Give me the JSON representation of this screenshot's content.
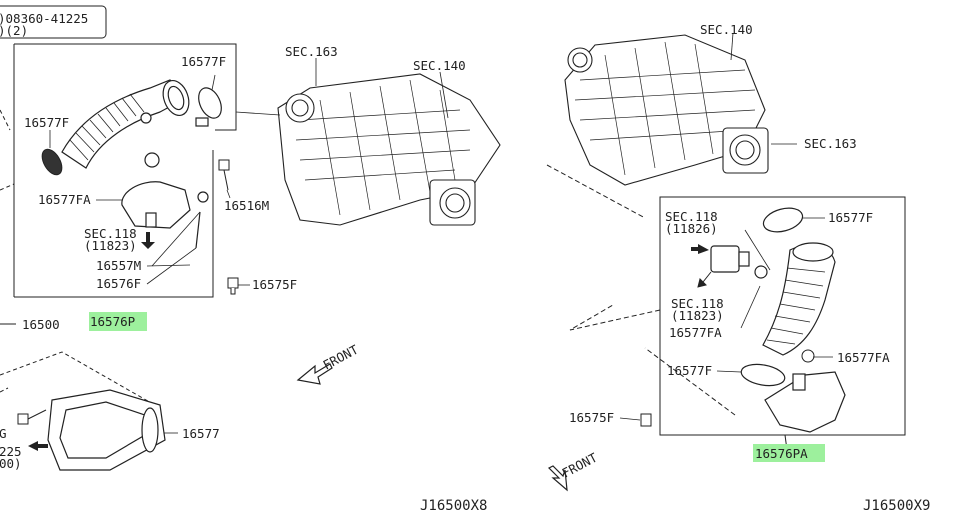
{
  "left": {
    "ref_box": ")08360-41225",
    "ref_qty": ")(2)",
    "labels": {
      "sec163": "SEC.163",
      "sec140": "SEC.140",
      "p16577F": "16577F",
      "p16577F_b": "16577F",
      "p16577FA": "16577FA",
      "p16516M": "16516M",
      "sec118": "SEC.118",
      "sec118_code": "(11823)",
      "p16557M": "16557M",
      "p16576F": "16576F",
      "p16575F": "16575F",
      "p16500": "16500",
      "p16576P": "16576P",
      "front": "FRONT",
      "p16577": "16577",
      "edge_g": "G",
      "edge_225": "225",
      "edge_00": "00)"
    },
    "diagram_id": "J16500X8"
  },
  "right": {
    "labels": {
      "sec140": "SEC.140",
      "sec163": "SEC.163",
      "sec118a": "SEC.118",
      "sec118a_code": "(11826)",
      "p16577F": "16577F",
      "sec118b": "SEC.118",
      "sec118b_code": "(11823)",
      "p16577FA": "16577FA",
      "p16577FA_b": "16577FA",
      "p16577F_b": "16577F",
      "p16575F": "16575F",
      "p16576PA": "16576PA",
      "front": "FRONT"
    },
    "diagram_id": "J16500X9"
  },
  "colors": {
    "highlight": "#9df09d",
    "line": "#222222"
  }
}
